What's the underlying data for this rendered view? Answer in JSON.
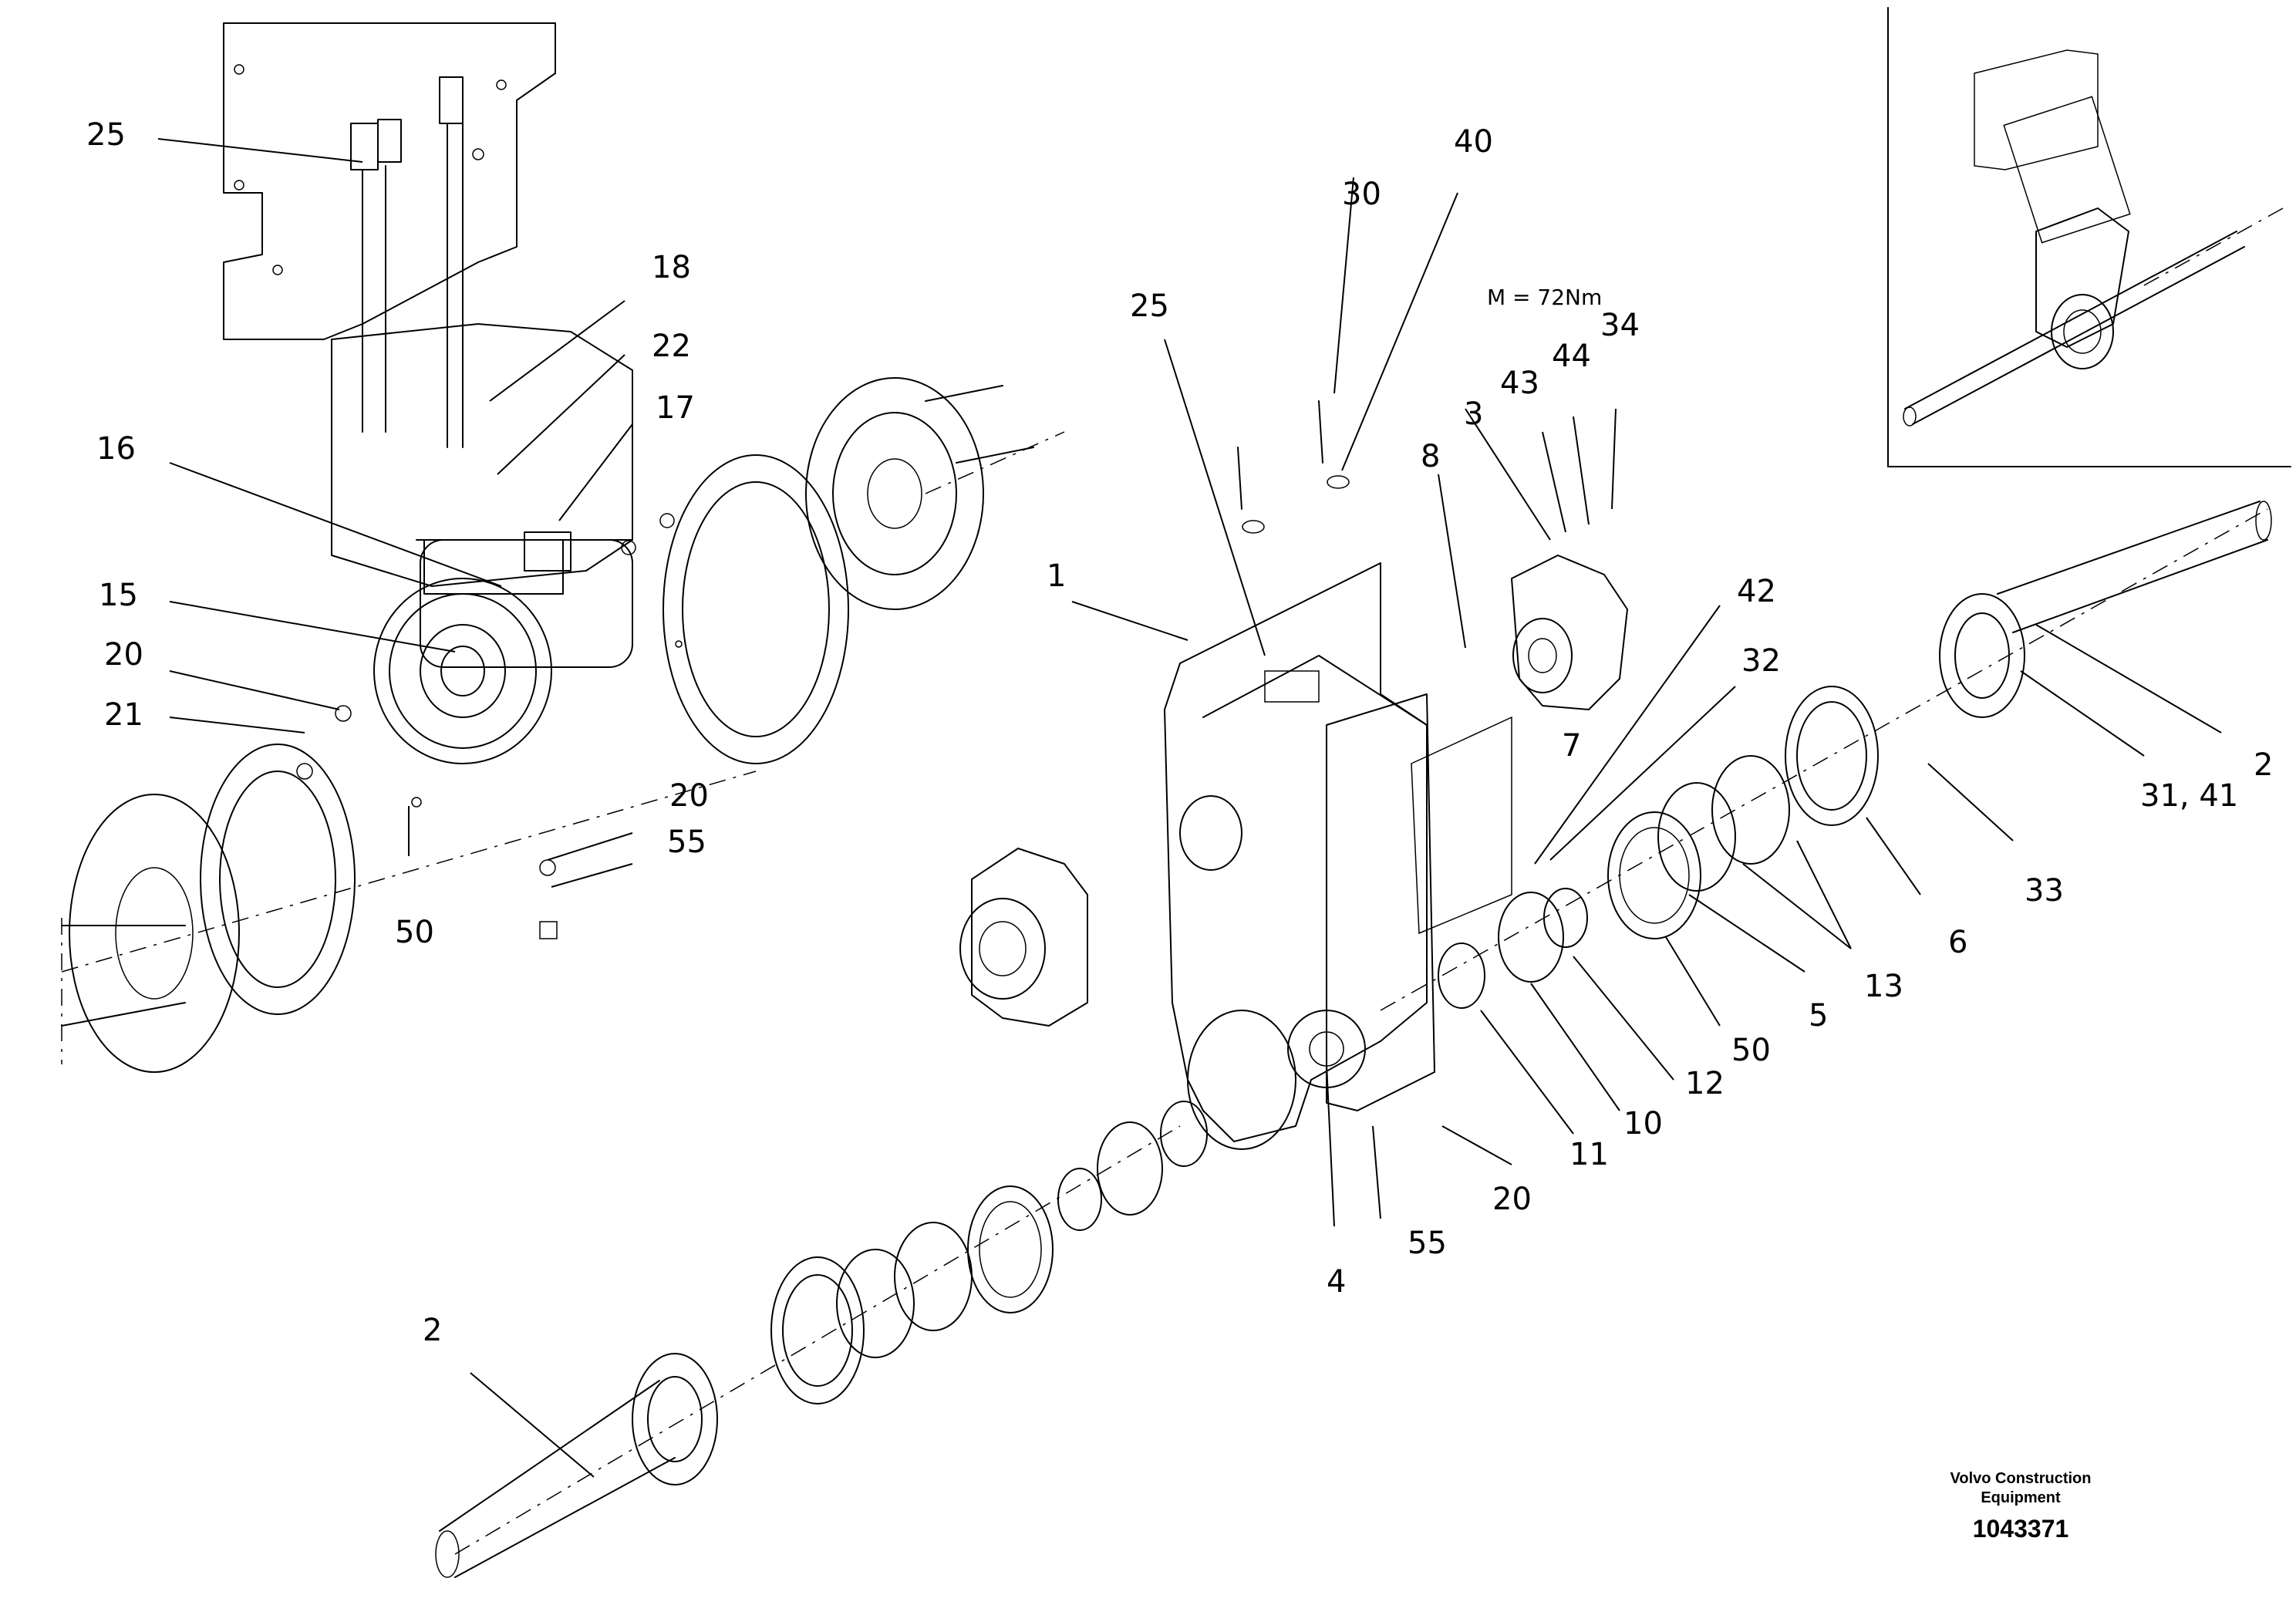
{
  "diagram": {
    "part_labels": {
      "lbl_25_top": "25",
      "lbl_18": "18",
      "lbl_22": "22",
      "lbl_17": "17",
      "lbl_16": "16",
      "lbl_15": "15",
      "lbl_20_a": "20",
      "lbl_21": "21",
      "lbl_20_b": "20",
      "lbl_55_a": "55",
      "lbl_50_a": "50",
      "lbl_30": "30",
      "lbl_40": "40",
      "lbl_25_mid": "25",
      "lbl_34": "34",
      "lbl_3": "3",
      "lbl_43": "43",
      "lbl_44": "44",
      "lbl_8": "8",
      "lbl_1": "1",
      "lbl_42": "42",
      "lbl_32": "32",
      "lbl_7": "7",
      "lbl_2_right": "2",
      "lbl_31_41": "31, 41",
      "lbl_33": "33",
      "lbl_6": "6",
      "lbl_13": "13",
      "lbl_5": "5",
      "lbl_50_b": "50",
      "lbl_12": "12",
      "lbl_10": "10",
      "lbl_11": "11",
      "lbl_20_c": "20",
      "lbl_55_b": "55",
      "lbl_4": "4",
      "lbl_2_bottom": "2"
    },
    "torque_note": "M = 72Nm",
    "manufacturer_line1": "Volvo Construction",
    "manufacturer_line2": "Equipment",
    "document_number": "1043371"
  }
}
